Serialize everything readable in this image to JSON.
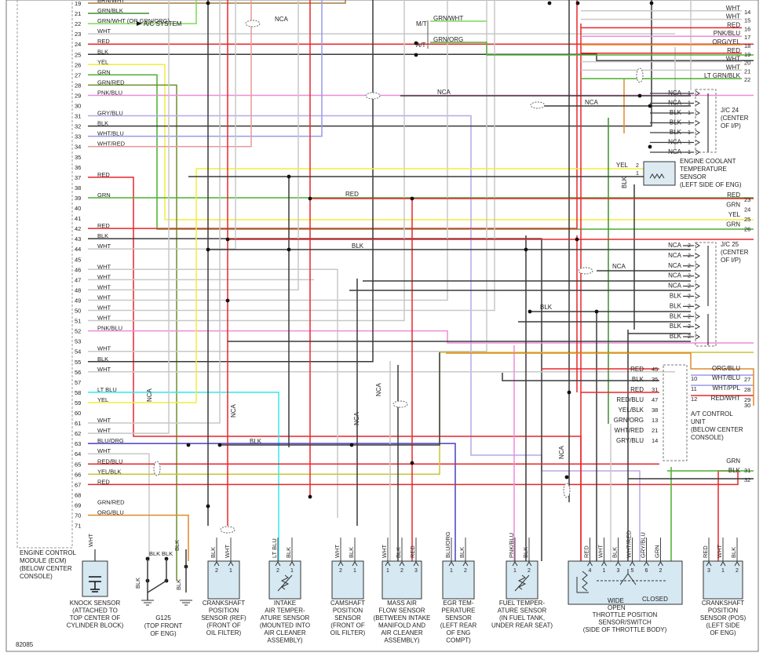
{
  "colors": {
    "RED": "#e8262b",
    "BLK": "#3a3a3a",
    "WHT": "#c8c8c8",
    "YEL": "#f2ee3c",
    "GRN": "#4caf2e",
    "LTBLU": "#35e6ee",
    "BLUORG": "#4a3fc4",
    "REDBLU": "#e8262b",
    "YELBLK": "#c9c33a",
    "GRNRED": "#6d8f2a",
    "ORGBLU": "#e08a2c",
    "PNKBLU": "#f08cd8",
    "GRYBLU": "#b7a8e6",
    "WHTBLU": "#9a9ae8",
    "WHTRED": "#e89a9a",
    "BRNWHT": "#a67c43",
    "GRNWHT": "#7ed957",
    "GRNBLK": "#3f8f2e"
  },
  "ecm": {
    "rows": [
      {
        "pin": "19",
        "wire": "BRN/WHT",
        "color": "BRNWHT"
      },
      {
        "pin": "21",
        "wire": "GRN/BLK",
        "color": "GRNBLK"
      },
      {
        "pin": "22",
        "wire": "GRN/WHT (OR GRN/ORG)",
        "color": "GRNWHT"
      },
      {
        "pin": "23",
        "wire": "WHT",
        "color": "WHT"
      },
      {
        "pin": "24",
        "wire": "RED",
        "color": "RED"
      },
      {
        "pin": "25",
        "wire": "BLK",
        "color": "BLK"
      },
      {
        "pin": "26",
        "wire": "YEL",
        "color": "YEL"
      },
      {
        "pin": "27",
        "wire": "GRN",
        "color": "GRN"
      },
      {
        "pin": "28",
        "wire": "GRN/RED",
        "color": "GRNRED"
      },
      {
        "pin": "29",
        "wire": "PNK/BLU",
        "color": "PNKBLU"
      },
      {
        "pin": "30",
        "wire": "",
        "color": ""
      },
      {
        "pin": "31",
        "wire": "GRY/BLU",
        "color": "GRYBLU"
      },
      {
        "pin": "32",
        "wire": "BLK",
        "color": "BLK"
      },
      {
        "pin": "33",
        "wire": "WHT/BLU",
        "color": "WHTBLU"
      },
      {
        "pin": "34",
        "wire": "WHT/RED",
        "color": "WHTRED"
      },
      {
        "pin": "35",
        "wire": "",
        "color": ""
      },
      {
        "pin": "36",
        "wire": "",
        "color": ""
      },
      {
        "pin": "37",
        "wire": "RED",
        "color": "RED"
      },
      {
        "pin": "38",
        "wire": "",
        "color": ""
      },
      {
        "pin": "39",
        "wire": "GRN",
        "color": "GRN"
      },
      {
        "pin": "40",
        "wire": "",
        "color": ""
      },
      {
        "pin": "41",
        "wire": "",
        "color": ""
      },
      {
        "pin": "42",
        "wire": "RED",
        "color": "RED"
      },
      {
        "pin": "43",
        "wire": "BLK",
        "color": "BLK"
      },
      {
        "pin": "44",
        "wire": "WHT",
        "color": "WHT"
      },
      {
        "pin": "45",
        "wire": "",
        "color": ""
      },
      {
        "pin": "46",
        "wire": "WHT",
        "color": "WHT"
      },
      {
        "pin": "47",
        "wire": "WHT",
        "color": "WHT"
      },
      {
        "pin": "48",
        "wire": "WHT",
        "color": "WHT"
      },
      {
        "pin": "49",
        "wire": "WHT",
        "color": "WHT"
      },
      {
        "pin": "50",
        "wire": "WHT",
        "color": "WHT"
      },
      {
        "pin": "51",
        "wire": "WHT",
        "color": "WHT"
      },
      {
        "pin": "52",
        "wire": "PNK/BLU",
        "color": "PNKBLU"
      },
      {
        "pin": "53",
        "wire": "",
        "color": ""
      },
      {
        "pin": "54",
        "wire": "WHT",
        "color": "WHT"
      },
      {
        "pin": "55",
        "wire": "BLK",
        "color": "BLK"
      },
      {
        "pin": "56",
        "wire": "WHT",
        "color": "WHT"
      },
      {
        "pin": "57",
        "wire": "",
        "color": ""
      },
      {
        "pin": "58",
        "wire": "LT BLU",
        "color": "LTBLU"
      },
      {
        "pin": "59",
        "wire": "YEL",
        "color": "YEL"
      },
      {
        "pin": "60",
        "wire": "",
        "color": ""
      },
      {
        "pin": "61",
        "wire": "WHT",
        "color": "WHT"
      },
      {
        "pin": "62",
        "wire": "WHT",
        "color": "WHT"
      },
      {
        "pin": "63",
        "wire": "BLU/ORG",
        "color": "BLUORG"
      },
      {
        "pin": "64",
        "wire": "WHT",
        "color": "WHT"
      },
      {
        "pin": "65",
        "wire": "RED/BLU",
        "color": "REDBLU"
      },
      {
        "pin": "66",
        "wire": "YEL/BLK",
        "color": "YELBLK"
      },
      {
        "pin": "67",
        "wire": "RED",
        "color": "RED"
      },
      {
        "pin": "68",
        "wire": "",
        "color": ""
      },
      {
        "pin": "69",
        "wire": "GRN/RED",
        "color": "GRNRED"
      },
      {
        "pin": "70",
        "wire": "ORG/BLU",
        "color": "ORGBLU"
      },
      {
        "pin": "71",
        "wire": "",
        "color": ""
      }
    ],
    "label": [
      "ENGINE CONTROL",
      "MODULE (ECM)",
      "(BELOW CENTER",
      "CONSOLE)"
    ]
  },
  "top_labels": {
    "ac_system": "A/C SYSTEM",
    "nca": "NCA",
    "mt": "M/T",
    "at": "A/T",
    "mt_wire": "GRN/WHT",
    "at_wire": "GRN/ORG",
    "red": "RED",
    "blk": "BLK"
  },
  "right_top": [
    {
      "pin": "14",
      "wire": "WHT",
      "color": "WHT"
    },
    {
      "pin": "15",
      "wire": "WHT",
      "color": "WHT"
    },
    {
      "pin": "16",
      "wire": "RED",
      "color": "RED"
    },
    {
      "pin": "17",
      "wire": "PNK/BLU",
      "color": "PNKBLU"
    },
    {
      "pin": "18",
      "wire": "ORG/YEL",
      "color": "ORGBLU"
    },
    {
      "pin": "19",
      "wire": "RED",
      "color": "RED"
    },
    {
      "pin": "20",
      "wire": "WHT",
      "color": "WHT"
    },
    {
      "pin": "21",
      "wire": "WHT",
      "color": "WHT"
    },
    {
      "pin": "22",
      "wire": "LT GRN/BLK",
      "color": "GRN"
    }
  ],
  "jc24": {
    "pins": [
      {
        "n": "1",
        "w": "NCA"
      },
      {
        "n": "1",
        "w": "NCA"
      },
      {
        "n": "1",
        "w": "BLK"
      },
      {
        "n": "1",
        "w": "BLK"
      },
      {
        "n": "1",
        "w": "BLK"
      },
      {
        "n": "1",
        "w": "NCA"
      },
      {
        "n": "1",
        "w": "NCA"
      }
    ],
    "label": [
      "J/C 24",
      "(CENTER",
      "OF I/P)"
    ]
  },
  "ect": {
    "wire_yel": "YEL",
    "wire_blk": "BLK",
    "pin2": "2",
    "pin1": "1",
    "label": [
      "ENGINE COOLANT",
      "TEMPERATURE",
      "SENSOR",
      "(LEFT SIDE OF ENG)"
    ]
  },
  "right_mid": [
    {
      "pin": "23",
      "wire": "RED",
      "color": "RED"
    },
    {
      "pin": "24",
      "wire": "GRN",
      "color": "GRN"
    },
    {
      "pin": "25",
      "wire": "YEL",
      "color": "YEL"
    },
    {
      "pin": "26",
      "wire": "GRN",
      "color": "GRN"
    }
  ],
  "jc25": {
    "pins": [
      {
        "n": "2",
        "w": "NCA"
      },
      {
        "n": "2",
        "w": "NCA"
      },
      {
        "n": "2",
        "w": "NCA"
      },
      {
        "n": "2",
        "w": "NCA"
      },
      {
        "n": "2",
        "w": "NCA"
      },
      {
        "n": "2",
        "w": "BLK"
      },
      {
        "n": "2",
        "w": "BLK"
      },
      {
        "n": "2",
        "w": "BLK"
      },
      {
        "n": "2",
        "w": "BLK"
      },
      {
        "n": "2",
        "w": "BLK"
      }
    ],
    "label": [
      "J/C 25",
      "(CENTER",
      "OF I/P)"
    ]
  },
  "atcu": {
    "left": [
      {
        "pin": "45",
        "wire": "RED",
        "color": "RED"
      },
      {
        "pin": "35",
        "wire": "BLK",
        "color": "BLK"
      },
      {
        "pin": "31",
        "wire": "RED",
        "color": "RED"
      },
      {
        "pin": "47",
        "wire": "RED/BLU",
        "color": "REDBLU"
      },
      {
        "pin": "38",
        "wire": "YEL/BLK",
        "color": "YELBLK"
      },
      {
        "pin": "13",
        "wire": "GRN/ORG",
        "color": "GRN"
      },
      {
        "pin": "21",
        "wire": "WHT/RED",
        "color": "WHTRED"
      },
      {
        "pin": "14",
        "wire": "GRY/BLU",
        "color": "GRYBLU"
      }
    ],
    "right": [
      {
        "pin": "10",
        "wire": "WHT/BLU",
        "ext": "27",
        "color": "WHTBLU"
      },
      {
        "pin": "11",
        "wire": "WHT/PPL",
        "ext": "28",
        "color": "WHTBLU"
      },
      {
        "pin": "12",
        "wire": "RED/WHT",
        "ext": "29",
        "color": "RED"
      }
    ],
    "top_wire": "ORG/BLU",
    "ext30": "30",
    "label": [
      "A/T CONTROL",
      "UNIT",
      "(BELOW CENTER",
      "CONSOLE)"
    ]
  },
  "right_bottom": [
    {
      "pin": "31",
      "wire": "GRN",
      "color": "GRN"
    },
    {
      "pin": "32",
      "wire": "BLK",
      "color": "BLK"
    }
  ],
  "mid_labels": {
    "blk43": "BLK",
    "blk_jc25": "BLK",
    "blk62": "BLK",
    "red_bus": "RED",
    "nca": "NCA"
  },
  "components": [
    {
      "key": "knock",
      "label": [
        "KNOCK SENSOR",
        "(ATTACHED TO",
        "TOP CENTER OF",
        "CYLINDER BLOCK)"
      ],
      "wires": [
        "WHT"
      ]
    },
    {
      "key": "g125",
      "label": [
        "G125",
        "(TOP FRONT",
        "OF ENG)"
      ],
      "wires": [
        "BLK",
        "BLK",
        "BLK",
        "BLK",
        "BLK"
      ]
    },
    {
      "key": "ckp_ref",
      "label": [
        "CRANKSHAFT",
        "POSITION",
        "SENSOR (REF)",
        "(FRONT OF",
        "OIL FILTER)"
      ],
      "wires": [
        "BLK",
        "WHT"
      ],
      "pins": [
        "2",
        "1"
      ]
    },
    {
      "key": "iat",
      "label": [
        "INTAKE",
        "AIR TEMPER-",
        "ATURE SENSOR",
        "(MOUNTED INTO",
        "AIR CLEANER",
        "ASSEMBLY)"
      ],
      "wires": [
        "LT BLU",
        "BLK"
      ],
      "pins": [
        "2",
        "1"
      ]
    },
    {
      "key": "cmp",
      "label": [
        "CAMSHAFT",
        "POSITION",
        "SENSOR",
        "(FRONT OF",
        "OIL FILTER)"
      ],
      "wires": [
        "WHT",
        "BLK"
      ],
      "pins": [
        "2",
        "1"
      ]
    },
    {
      "key": "maf",
      "label": [
        "MASS AIR",
        "FLOW SENSOR",
        "(BETWEEN INTAKE",
        "MANIFOLD AND",
        "AIR CLEANER",
        "ASSEMBLY)"
      ],
      "wires": [
        "WHT",
        "BLK",
        "RED"
      ],
      "pins": [
        "1",
        "2",
        "3"
      ]
    },
    {
      "key": "egr",
      "label": [
        "EGR TEM-",
        "PERATURE",
        "SENSOR",
        "(LEFT REAR",
        "OF ENG",
        "COMPT)"
      ],
      "wires": [
        "BLU/ORG",
        "BLK"
      ],
      "pins": [
        "1",
        "2"
      ]
    },
    {
      "key": "ftt",
      "label": [
        "FUEL TEMPER-",
        "ATURE SENSOR",
        "(IN FUEL TANK,",
        "UNDER REAR SEAT)"
      ],
      "wires": [
        "PNK/BLU",
        "BLK"
      ],
      "pins": [
        "1",
        "2"
      ]
    },
    {
      "key": "tps",
      "label": [
        "THROTTLE POSITION",
        "SENSOR/SWITCH",
        "(SIDE OF THROTTLE BODY)"
      ],
      "wires": [
        "RED",
        "WHT",
        "BLK",
        "WHT/RED",
        "GRY/BLU",
        "GRN"
      ],
      "pins": [
        "4",
        "1",
        "3",
        "5",
        "6",
        "2"
      ],
      "wide": "WIDE",
      "open": "OPEN",
      "closed": "CLOSED"
    },
    {
      "key": "ckp_pos",
      "label": [
        "CRANKSHAFT",
        "POSITION",
        "SENSOR (POS)",
        "(LEFT SIDE",
        "OF ENG)"
      ],
      "wires": [
        "RED",
        "WHT",
        "BLK"
      ],
      "pins": [
        "3",
        "1",
        "2"
      ]
    }
  ],
  "figure_id": "82085"
}
